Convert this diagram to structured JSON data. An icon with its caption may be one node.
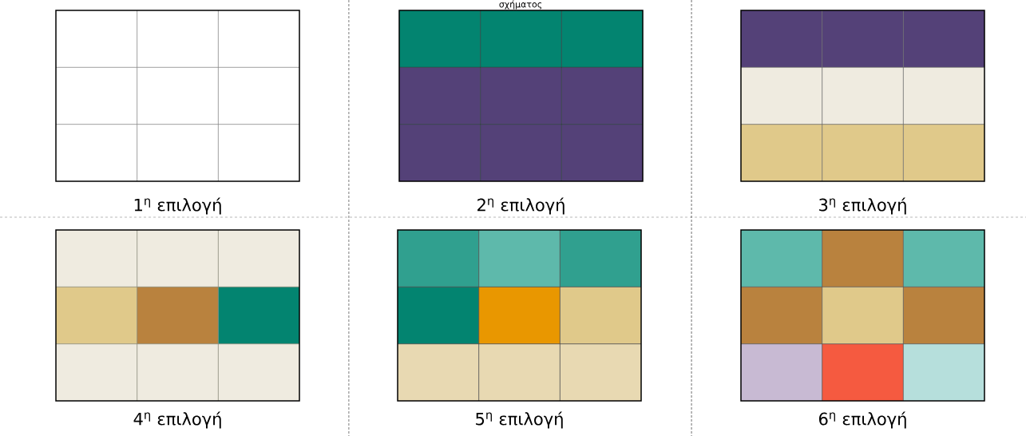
{
  "diagram": {
    "labels": [
      "σχήματος",
      "1$^{η}$ επιλογή",
      "2$^{η}$ επιλογή",
      "3$^{η}$ επιλογή",
      "4$^{η}$ επιλογή",
      "5$^{η}$ επιλογή",
      "6$^{η}$ επιλογή"
    ]
  }
}
